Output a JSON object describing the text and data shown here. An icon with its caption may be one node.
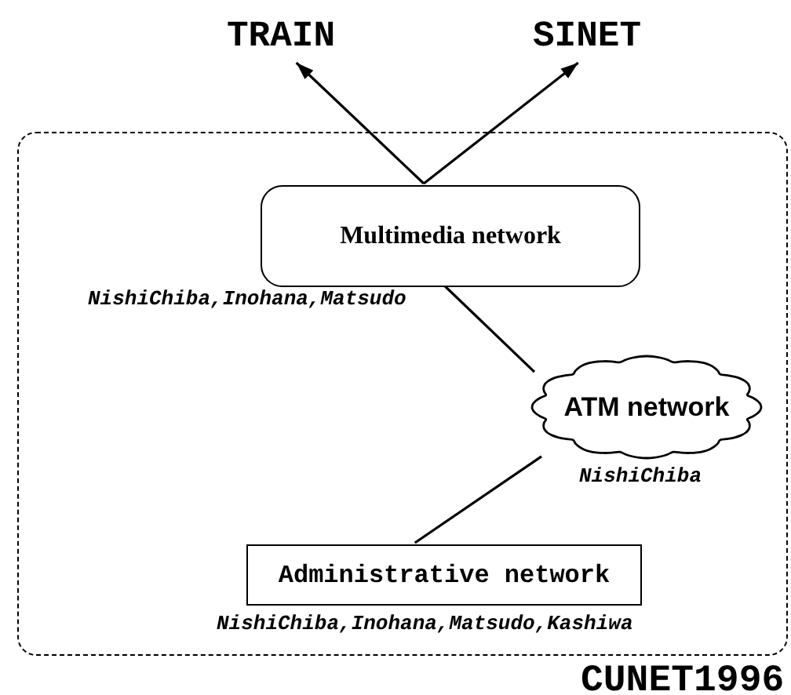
{
  "diagram": {
    "nodes": [
      {
        "text": [
          "TRAIN"
        ]
      },
      {
        "text": [
          "SINET"
        ]
      },
      {
        "text": [],
        "shape": "box",
        "beside": [
          "CUNET1996"
        ]
      },
      {
        "text": [
          "Multimedia network"
        ],
        "in": 2,
        "beside": [
          "NishiChiba,Inohana,Matsudo"
        ]
      },
      {
        "text": [
          "ATM network"
        ],
        "in": 2,
        "beside": [
          "NishiChiba"
        ]
      },
      {
        "text": [
          "Administrative network"
        ],
        "in": 2,
        "beside": [
          "NishiChiba,Inohana,Matsudo,Kashiwa"
        ]
      }
    ],
    "edges": [
      {
        "from": 3,
        "to": 0,
        "arrow": "to"
      },
      {
        "from": 3,
        "to": 1,
        "arrow": "to"
      },
      {
        "from": 3,
        "to": 4,
        "arrow": "none"
      },
      {
        "from": 4,
        "to": 5,
        "arrow": "none"
      }
    ]
  }
}
